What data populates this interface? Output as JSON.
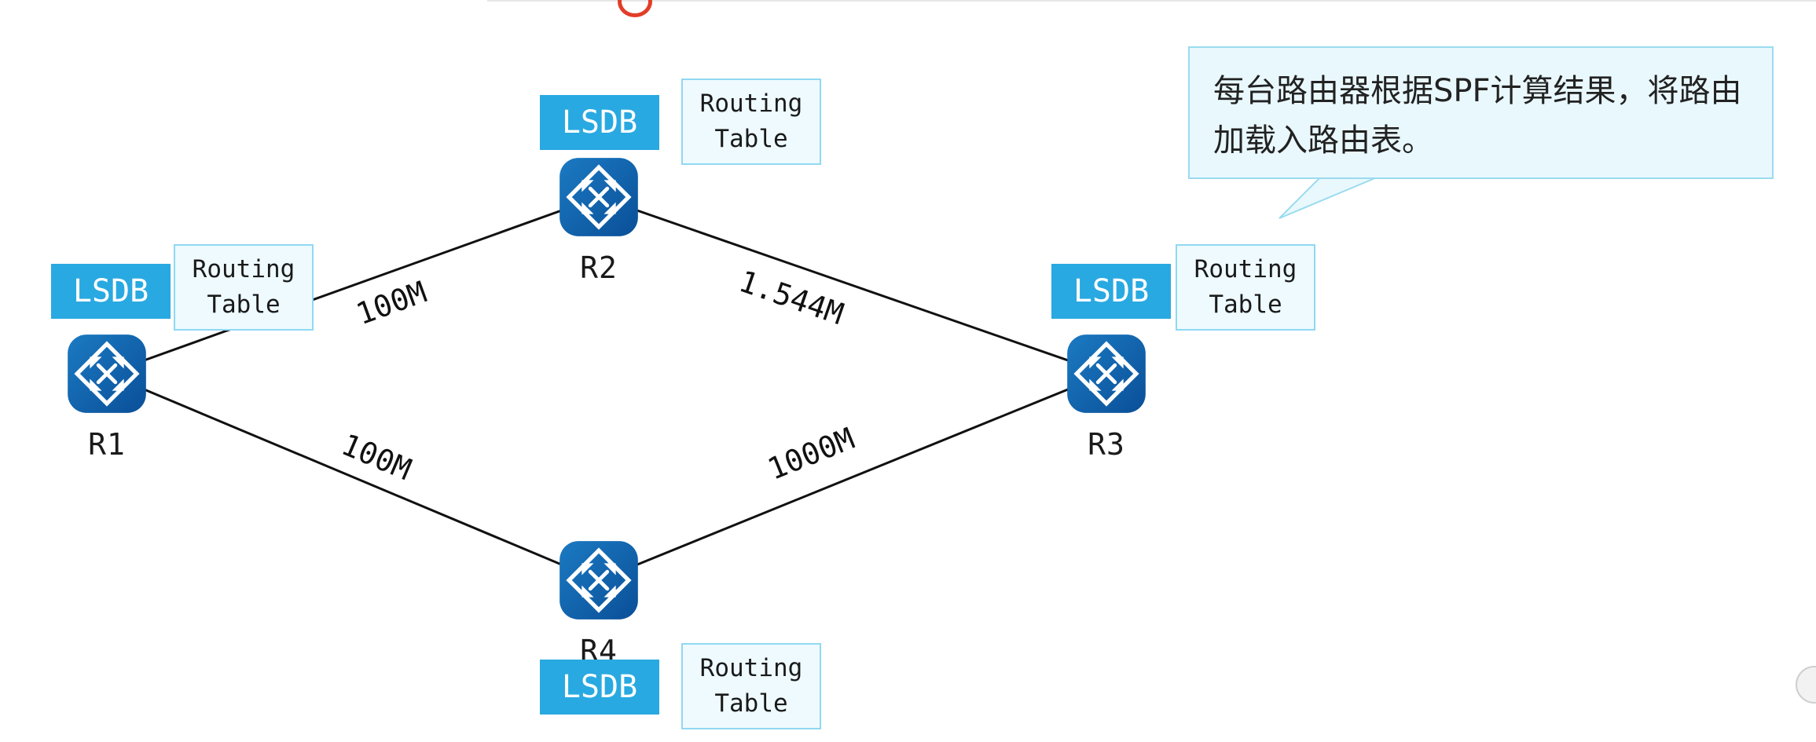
{
  "callout": {
    "text": "每台路由器根据SPF计算结果，将路由\n加载入路由表。"
  },
  "diagram": {
    "badges": {
      "lsdb": "LSDB",
      "routing_table": "Routing Table"
    },
    "routers": [
      {
        "id": "R1",
        "label": "R1"
      },
      {
        "id": "R2",
        "label": "R2"
      },
      {
        "id": "R3",
        "label": "R3"
      },
      {
        "id": "R4",
        "label": "R4"
      }
    ],
    "links": [
      {
        "from": "R1",
        "to": "R2",
        "label": "100M"
      },
      {
        "from": "R2",
        "to": "R3",
        "label": "1.544M"
      },
      {
        "from": "R1",
        "to": "R4",
        "label": "100M"
      },
      {
        "from": "R4",
        "to": "R3",
        "label": "1000M"
      }
    ]
  },
  "colors": {
    "router_blue": "#0f67ad",
    "lsdb_blue": "#29a9e1",
    "routing_table_bg": "#eefafe",
    "routing_table_border": "#90d8f2",
    "callout_bg": "#e9f8fd",
    "callout_border": "#9adbef",
    "link_line": "#111111",
    "annotation_red": "#e23d28"
  }
}
